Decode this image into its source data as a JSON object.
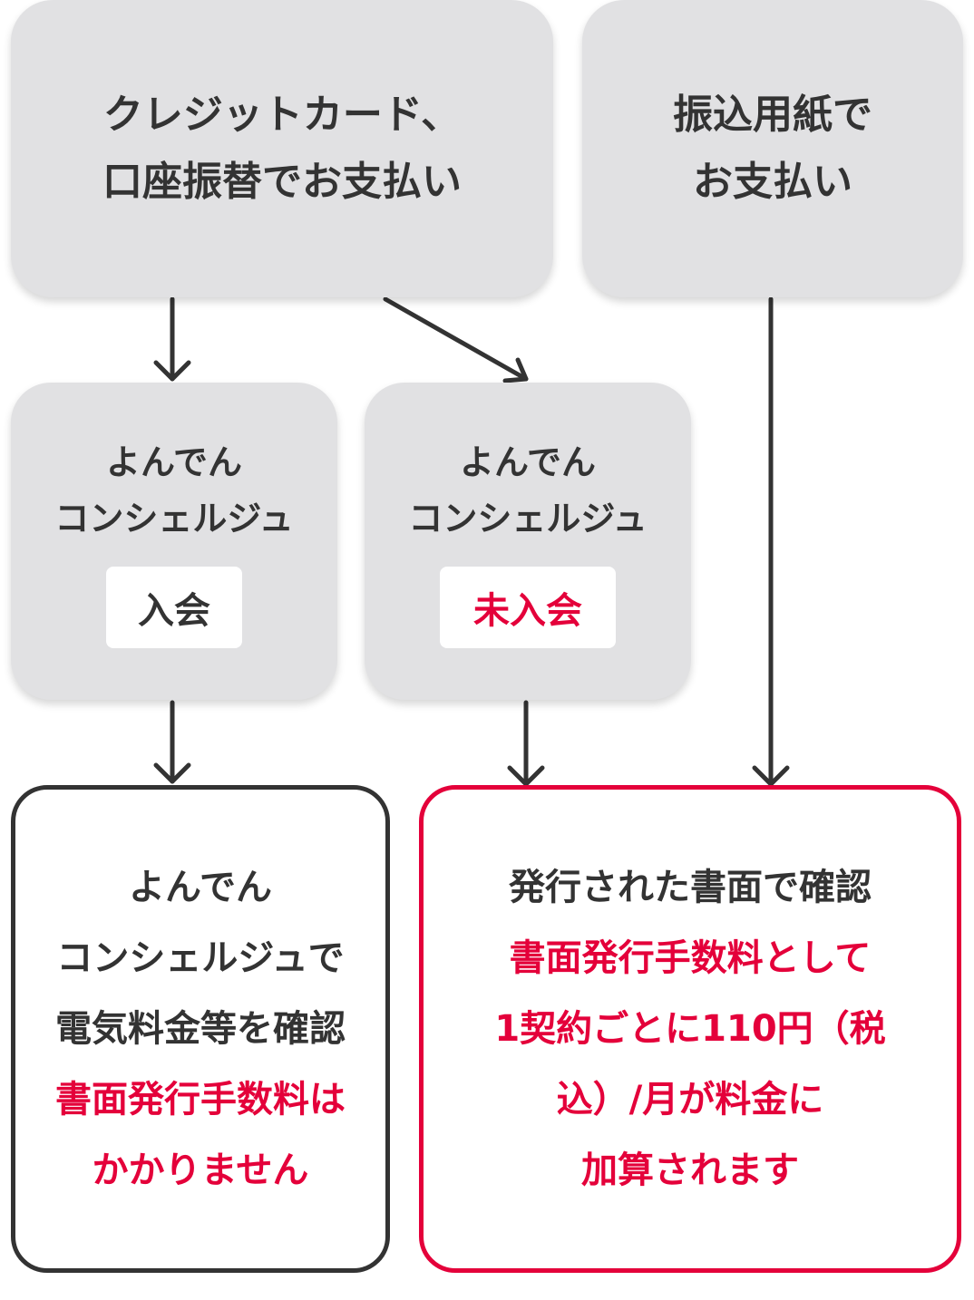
{
  "top_left": {
    "lines": [
      "クレジットカード、",
      "口座振替でお支払い"
    ]
  },
  "top_right": {
    "lines": [
      "振込用紙で",
      "お支払い"
    ]
  },
  "member": {
    "lines": [
      "よんでん",
      "コンシェルジュ"
    ],
    "badge": "入会"
  },
  "non_member": {
    "lines": [
      "よんでん",
      "コンシェルジュ"
    ],
    "badge": "未入会"
  },
  "result_left": {
    "black_lines": [
      "よんでん",
      "コンシェルジュで",
      "電気料金等を確認"
    ],
    "red_lines": [
      "書面発行手数料は",
      "かかりません"
    ]
  },
  "result_right": {
    "black_lines": [
      "発行された書面で確認"
    ],
    "red_lines": [
      "書面発行手数料として",
      "1契約ごとに110円（税",
      "込）/月が料金に",
      "加算されます"
    ]
  },
  "colors": {
    "accent_red": "#e4003a",
    "box_grey": "#e1e1e3",
    "text_dark": "#333333"
  }
}
